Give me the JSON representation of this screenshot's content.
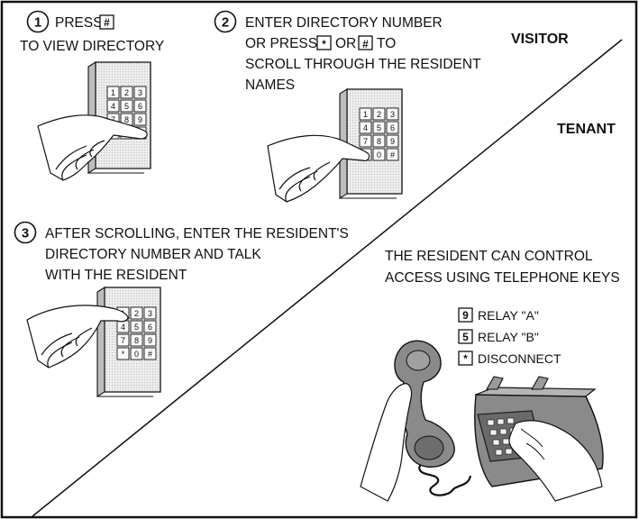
{
  "labels": {
    "visitor": "VISITOR",
    "tenant": "TENANT"
  },
  "step1": {
    "number": "1",
    "line1_prefix": "PRESS",
    "key": "#",
    "line2": "TO VIEW DIRECTORY"
  },
  "step2": {
    "number": "2",
    "line1": "ENTER DIRECTORY NUMBER",
    "line2_prefix": "OR PRESS",
    "key_star": "*",
    "line2_mid": "OR",
    "key_hash": "#",
    "line2_suffix": "TO",
    "line3": "SCROLL THROUGH THE RESIDENT",
    "line4": "NAMES"
  },
  "step3": {
    "number": "3",
    "line1": "AFTER SCROLLING, ENTER THE RESIDENT'S",
    "line2": "DIRECTORY NUMBER AND TALK",
    "line3": "WITH THE RESIDENT"
  },
  "tenant_info": {
    "line1": "THE RESIDENT CAN CONTROL",
    "line2": "ACCESS USING TELEPHONE KEYS",
    "keys": [
      {
        "key": "9",
        "label": "RELAY \"A\""
      },
      {
        "key": "5",
        "label": "RELAY \"B\""
      },
      {
        "key": "*",
        "label": "DISCONNECT"
      }
    ]
  },
  "keypad_keys": [
    "1",
    "2",
    "3",
    "4",
    "5",
    "6",
    "7",
    "8",
    "9",
    "*",
    "0",
    "#"
  ],
  "colors": {
    "border": "#111111",
    "panel": "#e6e6e6",
    "panel_shade": "#b8b8b8",
    "phone_body": "#8a8a8a"
  }
}
